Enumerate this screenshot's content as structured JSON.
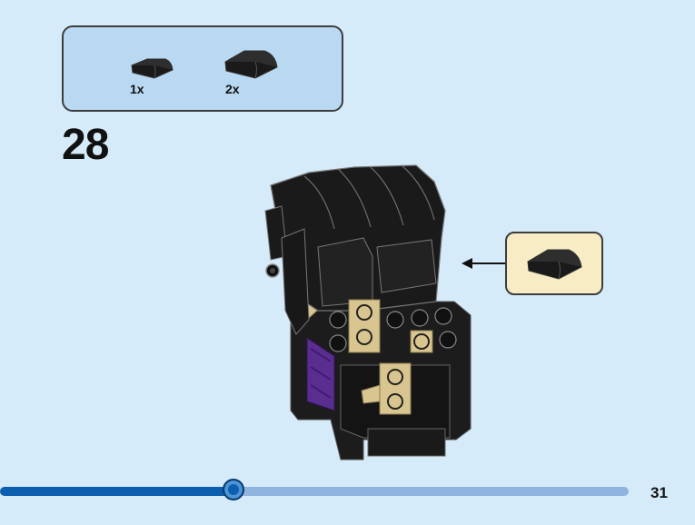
{
  "parts_list": {
    "items": [
      {
        "icon": "curved-slope-1x2-black-icon",
        "qty": "1x"
      },
      {
        "icon": "curved-slope-2x2-black-icon",
        "qty": "2x"
      }
    ]
  },
  "step": {
    "number": "28",
    "callout_icon": "curved-slope-2x2-black-icon"
  },
  "footer": {
    "page_number": "31",
    "progress": 0.372
  },
  "colors": {
    "background": "#d6ebfa",
    "parts_box": "#b9d9f2",
    "callout_box": "#f7ecc4",
    "progress_fill": "#0b5fae",
    "progress_track": "#8fb5df"
  }
}
